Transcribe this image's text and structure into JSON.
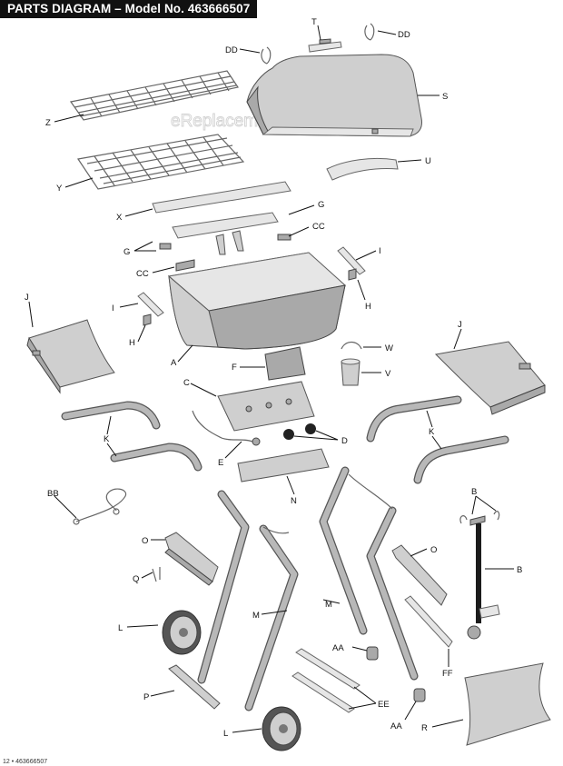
{
  "header": {
    "title": "PARTS DIAGRAM – Model No. 463666507"
  },
  "watermark": "eReplacementParts.com",
  "footer": "12 • 463666507",
  "labels": {
    "T": "T",
    "DD": "DD",
    "S": "S",
    "Z": "Z",
    "Y": "Y",
    "U": "U",
    "X": "X",
    "G": "G",
    "CC": "CC",
    "I": "I",
    "H": "H",
    "J": "J",
    "A": "A",
    "W": "W",
    "F": "F",
    "V": "V",
    "C": "C",
    "K": "K",
    "D": "D",
    "E": "E",
    "N": "N",
    "BB": "BB",
    "B": "B",
    "O": "O",
    "Q": "Q",
    "M": "M",
    "L": "L",
    "AA": "AA",
    "FF": "FF",
    "P": "P",
    "EE": "EE",
    "R": "R"
  }
}
